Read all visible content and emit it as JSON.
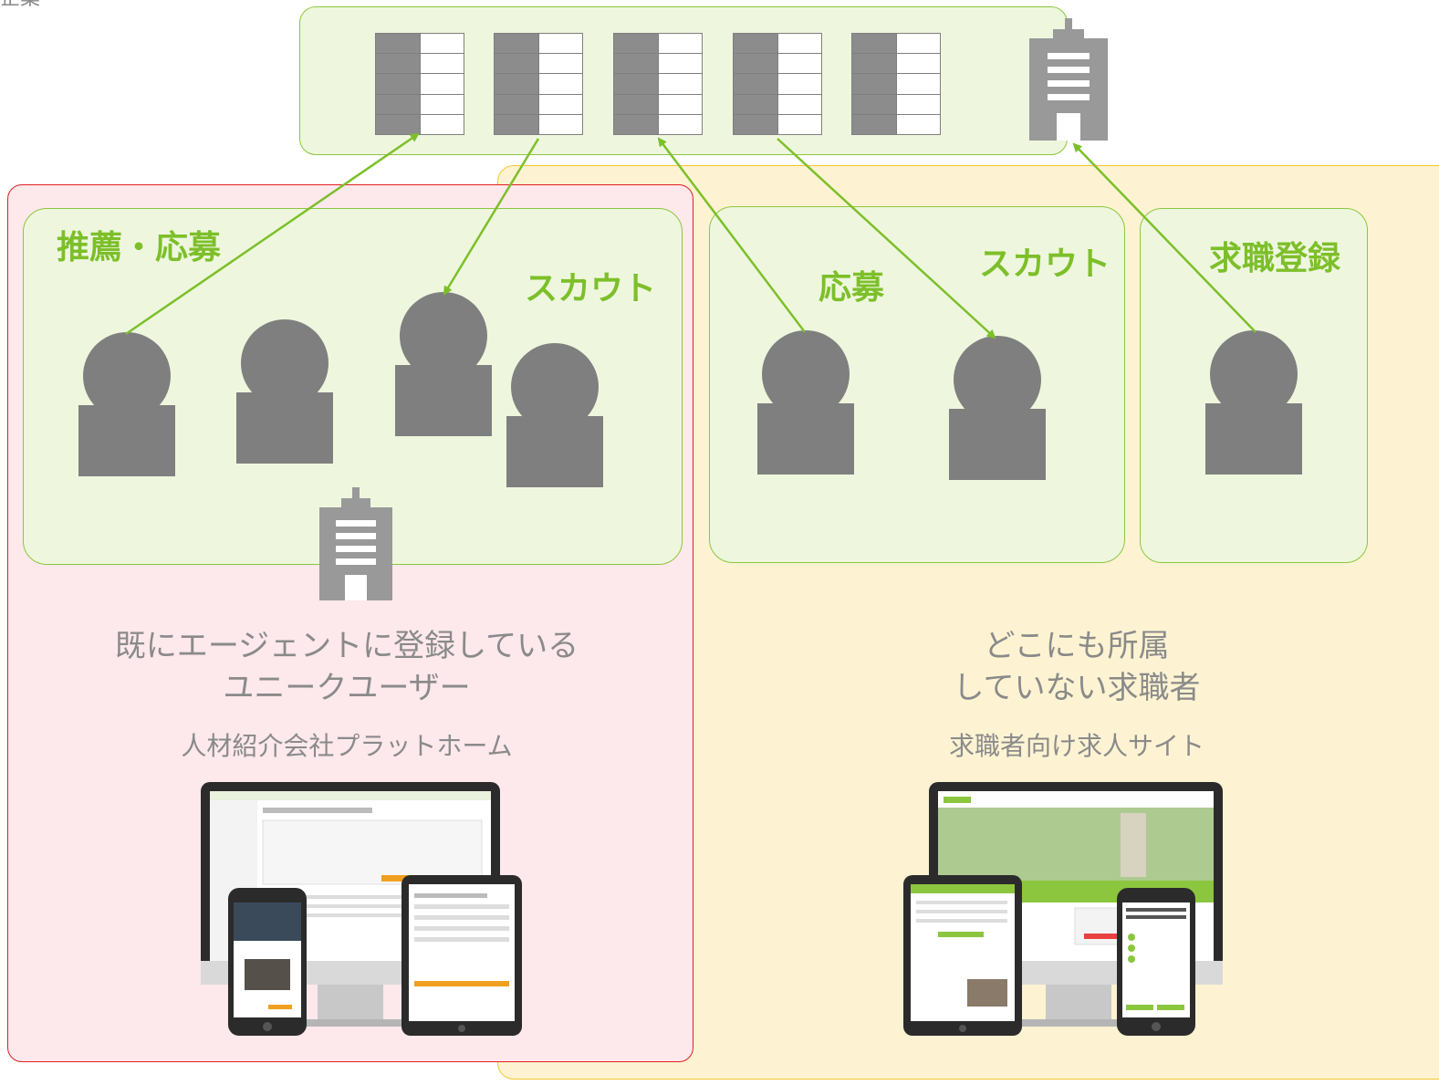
{
  "labels": {
    "recommend_apply": "推薦・応募",
    "scout_left": "スカウト",
    "apply_right": "応募",
    "scout_right": "スカウト",
    "job_registration": "求職登録"
  },
  "captions": {
    "left_line1": "既にエージェントに登録している",
    "left_line2": "ユニークユーザー",
    "left_platform": "人材紹介会社プラットホーム",
    "right_line1": "どこにも所属",
    "right_line2": "していない求職者",
    "right_platform": "求職者向け求人サイト"
  },
  "top_left_text": "企業",
  "colors": {
    "green_panel": "#eef7de",
    "green_border": "#8cc63f",
    "pink_panel": "#fde8ec",
    "red_border": "#e02020",
    "yellow_panel": "#fdf3d2",
    "yellow_border": "#f0c830",
    "arrow": "#7dbf2a",
    "person": "#7f7f7f"
  },
  "icons": [
    "building-icon",
    "tower-icon",
    "person-icon",
    "desktop-device",
    "tablet-device",
    "phone-device"
  ]
}
